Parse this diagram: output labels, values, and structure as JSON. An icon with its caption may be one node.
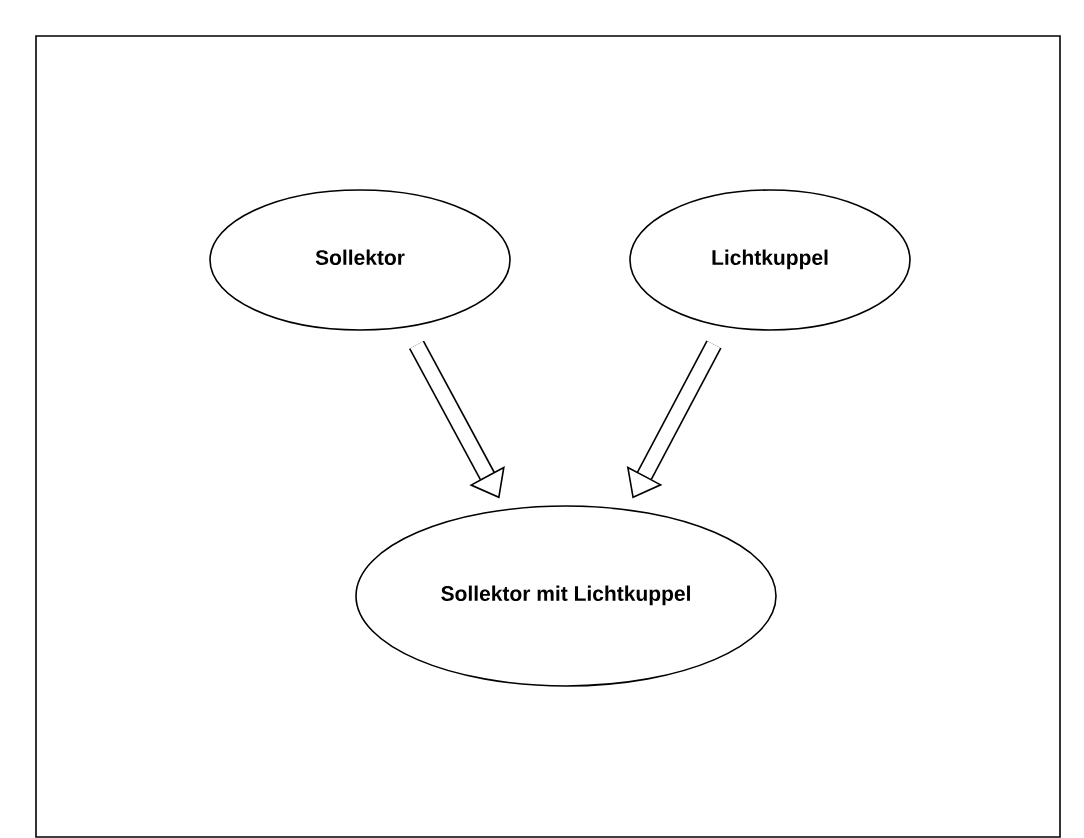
{
  "diagram": {
    "nodes": [
      {
        "text": [
          "Sollektor"
        ]
      },
      {
        "text": [
          "Lichtkuppel"
        ]
      },
      {
        "text": [
          "Sollektor mit Lichtkuppel"
        ]
      }
    ],
    "edges": [
      {
        "from": 0,
        "to": 2,
        "arrow": "to"
      },
      {
        "from": 1,
        "to": 2,
        "arrow": "to"
      }
    ]
  }
}
